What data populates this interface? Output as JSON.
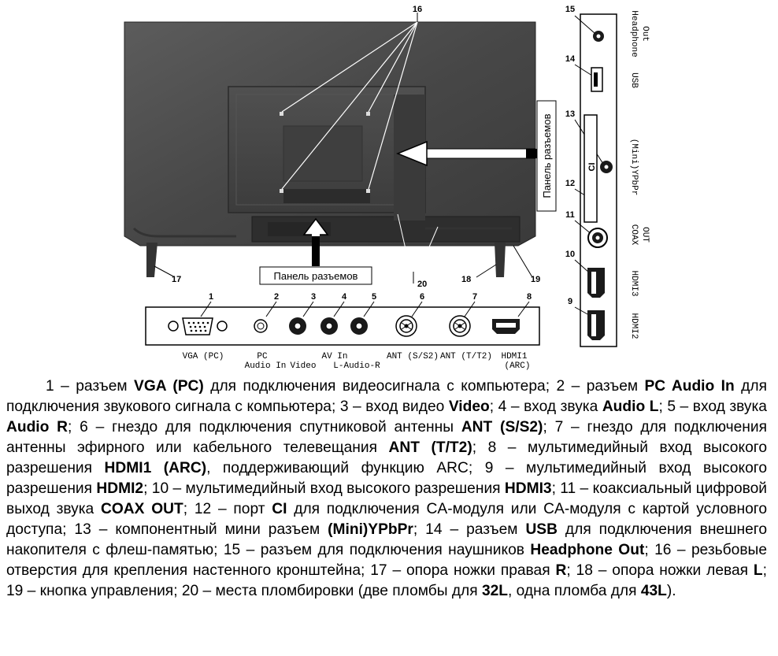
{
  "labels": {
    "panel_bottom": "Панель разъемов",
    "panel_side": "Панель разъемов"
  },
  "callouts": [
    "1",
    "2",
    "3",
    "4",
    "5",
    "6",
    "7",
    "8",
    "9",
    "10",
    "11",
    "12",
    "13",
    "14",
    "15",
    "16",
    "17",
    "18",
    "19",
    "20"
  ],
  "connectors_bottom": [
    {
      "num": "1",
      "label": "VGA (PC)"
    },
    {
      "num": "2",
      "label_line1": "PC",
      "label_line2": "Audio In"
    },
    {
      "num": "3",
      "label": "Video"
    },
    {
      "num": "4",
      "label_line1": "AV In",
      "label_line2": "L-Audio-R"
    },
    {
      "num": "5",
      "label": ""
    },
    {
      "num": "6",
      "label": "ANT (S/S2)"
    },
    {
      "num": "7",
      "label": "ANT (T/T2)"
    },
    {
      "num": "8",
      "label_line1": "HDMI1",
      "label_line2": "(ARC)"
    }
  ],
  "connectors_side": [
    {
      "num": "15",
      "label_line1": "Headphone",
      "label_line2": "Out"
    },
    {
      "num": "14",
      "label": "USB"
    },
    {
      "num": "13",
      "label": "(Mini)YPbPr"
    },
    {
      "num": "12",
      "label": "CI"
    },
    {
      "num": "11",
      "label_line1": "COAX",
      "label_line2": "OUT"
    },
    {
      "num": "10",
      "label": "HDMI3"
    },
    {
      "num": "9",
      "label": "HDMI2"
    }
  ],
  "caption": [
    {
      "t": "1 – разъем "
    },
    {
      "b": "VGA (PC)"
    },
    {
      "t": " для подключения видеосигнала с компьютера; 2 – разъем "
    },
    {
      "b": "PC Audio In"
    },
    {
      "t": " для подключения звукового сигнала с компьютера; 3 – вход видео "
    },
    {
      "b": "Video"
    },
    {
      "t": "; 4 – вход звука "
    },
    {
      "b": "Audio L"
    },
    {
      "t": "; 5 – вход звука "
    },
    {
      "b": "Audio R"
    },
    {
      "t": "; 6 – гнездо для подключения спутниковой антенны "
    },
    {
      "b": "ANT (S/S2)"
    },
    {
      "t": "; 7 – гнездо для подключения антенны эфирного или кабельного телевещания "
    },
    {
      "b": "ANT (T/T2)"
    },
    {
      "t": "; 8 – мультимедийный вход высокого разрешения "
    },
    {
      "b": "HDMI1 (ARC)"
    },
    {
      "t": ", поддерживаю­щий функцию ARC; 9 – мультимедийный вход высокого разрешения "
    },
    {
      "b": "HDMI2"
    },
    {
      "t": "; 10 – мультиме­дийный вход высокого разрешения "
    },
    {
      "b": "HDMI3"
    },
    {
      "t": "; 11 – коаксиальный цифровой выход звука "
    },
    {
      "b": "COAX OUT"
    },
    {
      "t": "; 12 – порт "
    },
    {
      "b": "CI"
    },
    {
      "t": " для подключения CA-модуля или CA-модуля с картой условного доступа; 13 – компонентный мини разъем "
    },
    {
      "b": "(Mini)YPbPr"
    },
    {
      "t": "; 14 – разъем "
    },
    {
      "b": "USB"
    },
    {
      "t": " для подключения внешнего накопителя с флеш-памятью; 15 – разъем для подключения наушников "
    },
    {
      "b": "Headphone Out"
    },
    {
      "t": "; 16 – резьбовые отверстия для крепления настенного кронштейна; 17 – опора ножки правая "
    },
    {
      "b": "R"
    },
    {
      "t": "; 18 – опора ножки левая "
    },
    {
      "b": "L"
    },
    {
      "t": "; 19 – кнопка управления; 20 – места пломбировки (две пломбы для "
    },
    {
      "b": "32L"
    },
    {
      "t": ", одна пломба для "
    },
    {
      "b": "43L"
    },
    {
      "t": ")."
    }
  ]
}
